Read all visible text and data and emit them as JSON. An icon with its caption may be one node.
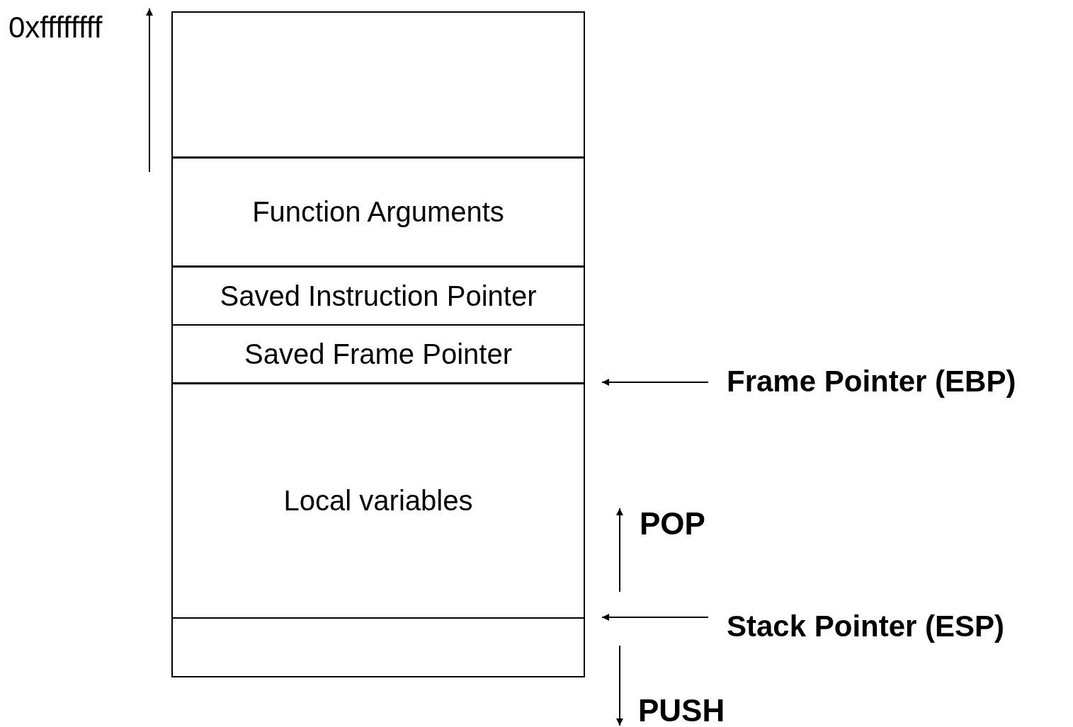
{
  "diagram": {
    "nodes": [
      {
        "text": [],
        "shape": "box"
      },
      {
        "text": [
          "Function Arguments"
        ]
      },
      {
        "text": [
          "Saved Instruction Pointer"
        ]
      },
      {
        "text": [
          "Saved Frame Pointer"
        ]
      },
      {
        "text": [
          "Local variables"
        ]
      },
      {
        "text": [],
        "shape": "box"
      },
      {
        "text": [
          "Frame Pointer (EBP)"
        ]
      },
      {
        "text": [
          "Stack Pointer (ESP)"
        ]
      }
    ],
    "edges": [
      {
        "from": 6,
        "to": 4,
        "arrow": "to"
      },
      {
        "from": 7,
        "to": 5,
        "arrow": "to"
      }
    ],
    "labels": [
      "0xffffffff",
      "POP",
      "PUSH"
    ]
  }
}
